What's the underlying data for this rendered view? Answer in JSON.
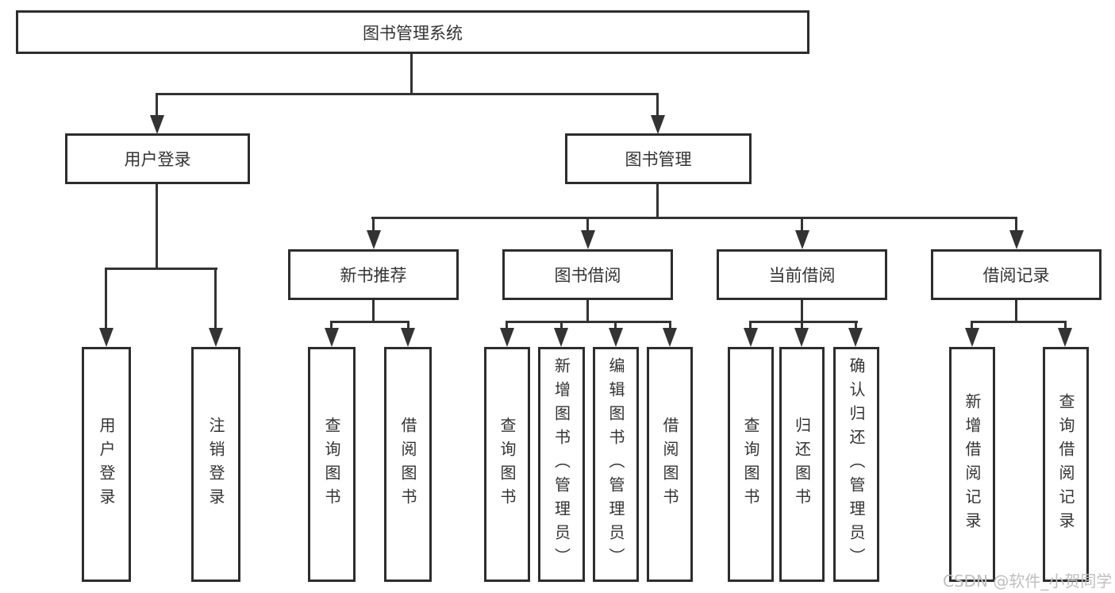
{
  "diagram_title": "图书管理系统",
  "tree": {
    "root": {
      "label": "图书管理系统"
    },
    "branches": [
      {
        "label": "用户登录",
        "children": [
          {
            "label": "用户登录"
          },
          {
            "label": "注销登录"
          }
        ]
      },
      {
        "label": "图书管理",
        "groups": [
          {
            "label": "新书推荐",
            "children": [
              {
                "label": "查询图书"
              },
              {
                "label": "借阅图书"
              }
            ]
          },
          {
            "label": "图书借阅",
            "children": [
              {
                "label": "查询图书"
              },
              {
                "label": "新增图书（管理员）"
              },
              {
                "label": "编辑图书（管理员）"
              },
              {
                "label": "借阅图书"
              }
            ]
          },
          {
            "label": "当前借阅",
            "children": [
              {
                "label": "查询图书"
              },
              {
                "label": "归还图书"
              },
              {
                "label": "确认归还（管理员）"
              }
            ]
          },
          {
            "label": "借阅记录",
            "children": [
              {
                "label": "新增借阅记录"
              },
              {
                "label": "查询借阅记录"
              }
            ]
          }
        ]
      }
    ]
  },
  "colors": {
    "line": "#333333",
    "box_border": "#2d2d2d",
    "text": "#333333",
    "watermark": "#bfbfbf",
    "background": "#ffffff"
  },
  "watermark": {
    "text": "CSDN @软件_小贺同学"
  }
}
